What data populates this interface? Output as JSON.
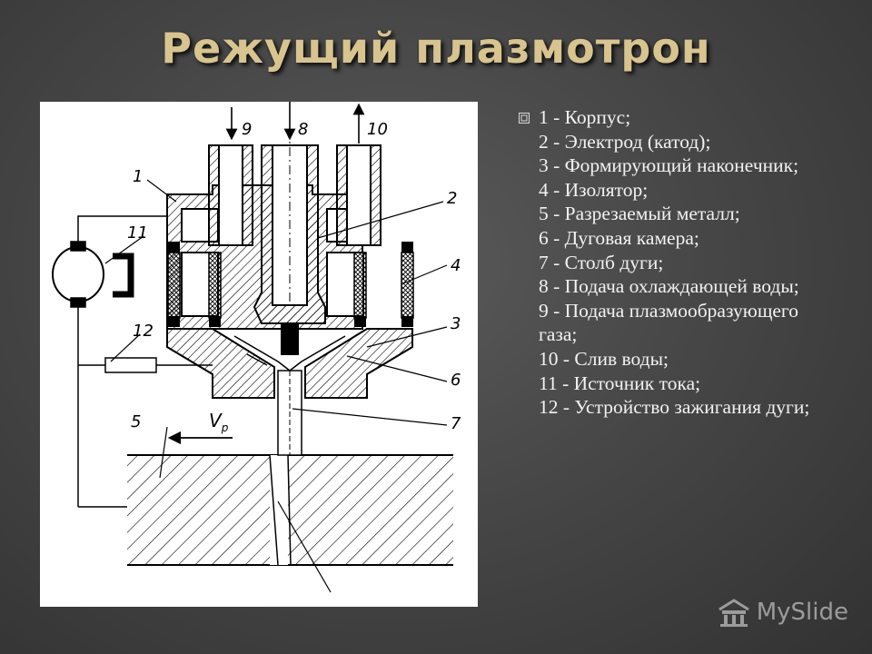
{
  "slide": {
    "title": "Режущий плазмотрон"
  },
  "diagram": {
    "labels": [
      "9",
      "8",
      "10",
      "1",
      "11",
      "2",
      "4",
      "12",
      "3",
      "6",
      "5",
      "7"
    ],
    "velocity_label": "V",
    "velocity_subscript": "р"
  },
  "legend": {
    "items": [
      "1 - Корпус;",
      "2 - Электрод (катод);",
      "3 - Формирующий наконечник;",
      "4 - Изолятор;",
      "5 - Разрезаемый металл;",
      "6 - Дуговая камера;",
      "7 - Столб дуги;",
      "8 - Подача охлаждающей воды;",
      "9 - Подача плазмообразующего газа;",
      "10 - Слив воды;",
      "11 - Источник тока;",
      "12 - Устройство зажигания дуги;"
    ]
  },
  "watermark": {
    "brand": "MySlide",
    "icon": "myslide-logo-icon"
  },
  "colors": {
    "title": "#d7c48e",
    "text": "#f2f2f2",
    "background": "#474747"
  }
}
